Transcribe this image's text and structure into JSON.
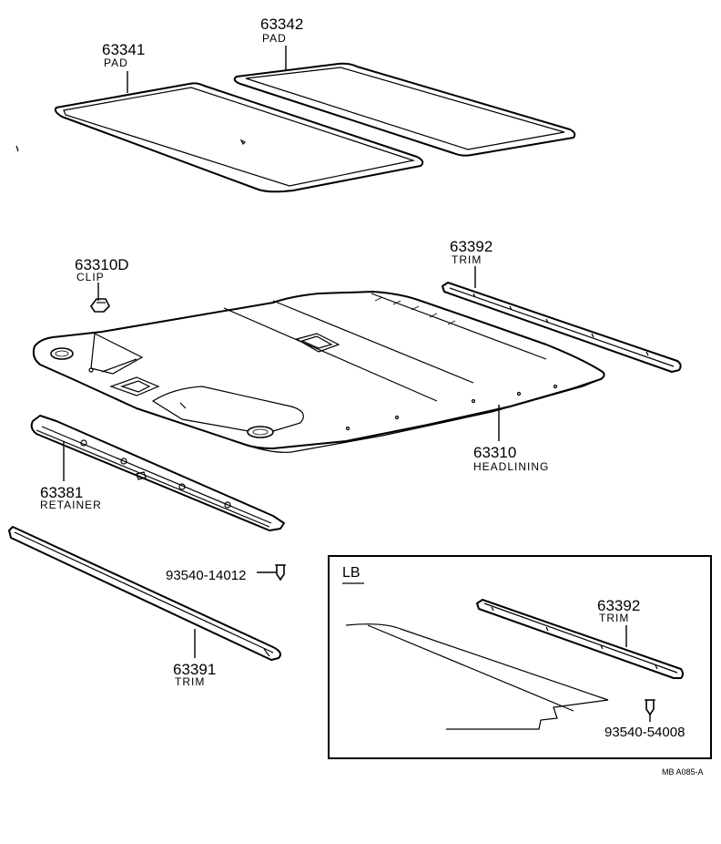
{
  "labels": {
    "pad_rear": {
      "number": "63341",
      "name": "PAD"
    },
    "pad_front": {
      "number": "63342",
      "name": "PAD"
    },
    "clip": {
      "number": "63310D",
      "name": "CLIP"
    },
    "trim_side": {
      "number": "63392",
      "name": "TRIM"
    },
    "headlining": {
      "number": "63310",
      "name": "HEADLINING"
    },
    "retainer": {
      "number": "63381",
      "name": "RETAINER"
    },
    "screw_1": {
      "number": "93540-14012"
    },
    "trim_rear": {
      "number": "63391",
      "name": "TRIM"
    },
    "inset_trim": {
      "number": "63392",
      "name": "TRIM"
    },
    "screw_2": {
      "number": "93540-54008"
    }
  },
  "inset": {
    "title": "LB"
  },
  "figure_code": "MB A085-A"
}
